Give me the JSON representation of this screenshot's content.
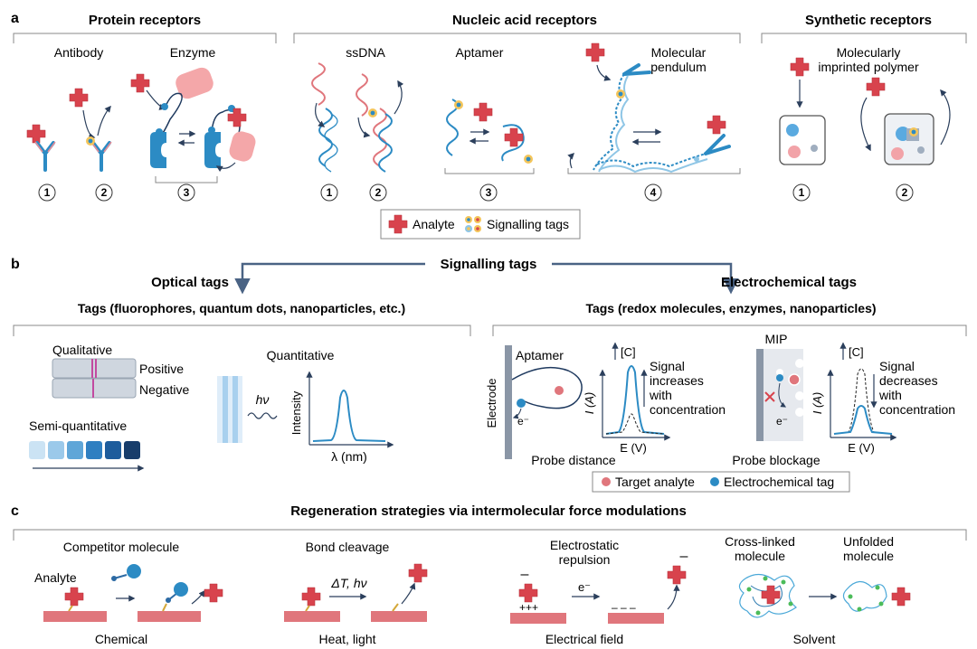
{
  "panel_letters": {
    "a": "a",
    "b": "b",
    "c": "c"
  },
  "panel_a": {
    "protein": {
      "header": "Protein receptors",
      "antibody": "Antibody",
      "enzyme": "Enzyme",
      "steps": [
        "1",
        "2",
        "3"
      ]
    },
    "nucleic": {
      "header": "Nucleic acid receptors",
      "ssdna": "ssDNA",
      "aptamer": "Aptamer",
      "pendulum_1": "Molecular",
      "pendulum_2": "pendulum",
      "steps": [
        "1",
        "2",
        "3",
        "4"
      ]
    },
    "synthetic": {
      "header": "Synthetic receptors",
      "mip_1": "Molecularly",
      "mip_2": "imprinted polymer",
      "steps": [
        "1",
        "2"
      ]
    },
    "legend": {
      "analyte": "Analyte",
      "tags": "Signalling tags"
    }
  },
  "panel_b": {
    "center": "Signalling tags",
    "optical": {
      "header": "Optical tags",
      "subheader": "Tags (fluorophores, quantum dots, nanoparticles, etc.)",
      "qualitative": "Qualitative",
      "positive": "Positive",
      "negative": "Negative",
      "semi": "Semi-quantitative",
      "quantitative": "Quantitative",
      "hv": "hν",
      "intensity": "Intensity",
      "wavelength": "λ (nm)"
    },
    "electro": {
      "header": "Electrochemical tags",
      "subheader": "Tags (redox molecules, enzymes, nanoparticles)",
      "electrode": "Electrode",
      "aptamer": "Aptamer",
      "e_minus": "e⁻",
      "conc": "[C]",
      "current": "I (A)",
      "potential": "E (V)",
      "sig_inc": [
        "Signal",
        "increases",
        "with",
        "concentration"
      ],
      "probe_distance": "Probe distance",
      "mip": "MIP",
      "sig_dec": [
        "Signal",
        "decreases",
        "with",
        "concentration"
      ],
      "probe_blockage": "Probe blockage",
      "legend_target": "Target analyte",
      "legend_tag": "Electrochemical tag"
    }
  },
  "panel_c": {
    "header": "Regeneration strategies via intermolecular force modulations",
    "chemical": {
      "title": "Competitor molecule",
      "analyte": "Analyte",
      "caption": "Chemical"
    },
    "heat": {
      "title": "Bond cleavage",
      "arrow": "ΔT, hν",
      "caption": "Heat, light"
    },
    "electric": {
      "title_1": "Electrostatic",
      "title_2": "repulsion",
      "arrow": "e⁻",
      "minus": "–",
      "plus": "+++",
      "neg": "– – –",
      "caption": "Electrical field"
    },
    "solvent": {
      "title_1a": "Cross-linked",
      "title_1b": "molecule",
      "title_2a": "Unfolded",
      "title_2b": "molecule",
      "caption": "Solvent"
    }
  },
  "colors": {
    "analyte": "#d8434d",
    "blue": "#2c8bc4",
    "dark": "#1f3a5f",
    "pink": "#e88c95",
    "surface": "#e0767c"
  }
}
